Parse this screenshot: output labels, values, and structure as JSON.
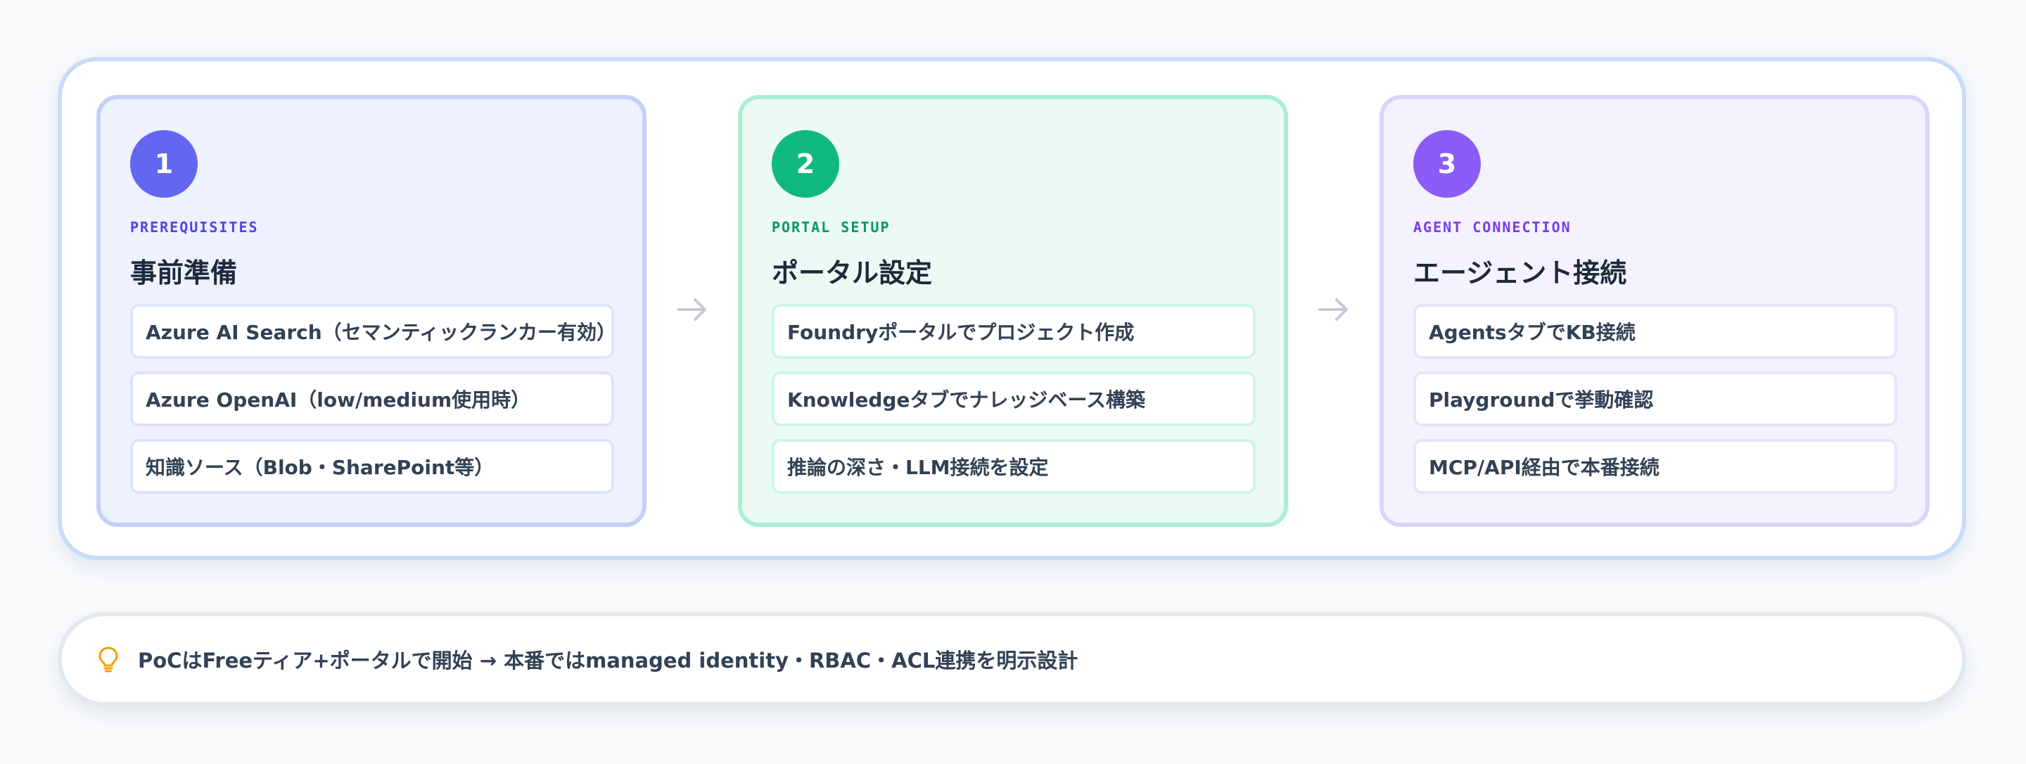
{
  "steps": [
    {
      "number": "1",
      "kicker": "PREREQUISITES",
      "title": "事前準備",
      "items": [
        "Azure AI Search（セマンティックランカー有効）",
        "Azure OpenAI（low/medium使用時）",
        "知識ソース（Blob・SharePoint等）"
      ]
    },
    {
      "number": "2",
      "kicker": "PORTAL SETUP",
      "title": "ポータル設定",
      "items": [
        "Foundryポータルでプロジェクト作成",
        "Knowledgeタブでナレッジベース構築",
        "推論の深さ・LLM接続を設定"
      ]
    },
    {
      "number": "3",
      "kicker": "AGENT CONNECTION",
      "title": "エージェント接続",
      "items": [
        "AgentsタブでKB接続",
        "Playgroundで挙動確認",
        "MCP/API経由で本番接続"
      ]
    }
  ],
  "tip": {
    "icon": "lightbulb-icon",
    "text": "PoCはFreeティア+ポータルで開始 → 本番ではmanaged identity・RBAC・ACL連携を明示設計"
  },
  "colors": {
    "step1_accent": "#6366f1",
    "step2_accent": "#10b981",
    "step3_accent": "#8b5cf6",
    "tip_icon": "#f59e0b"
  }
}
